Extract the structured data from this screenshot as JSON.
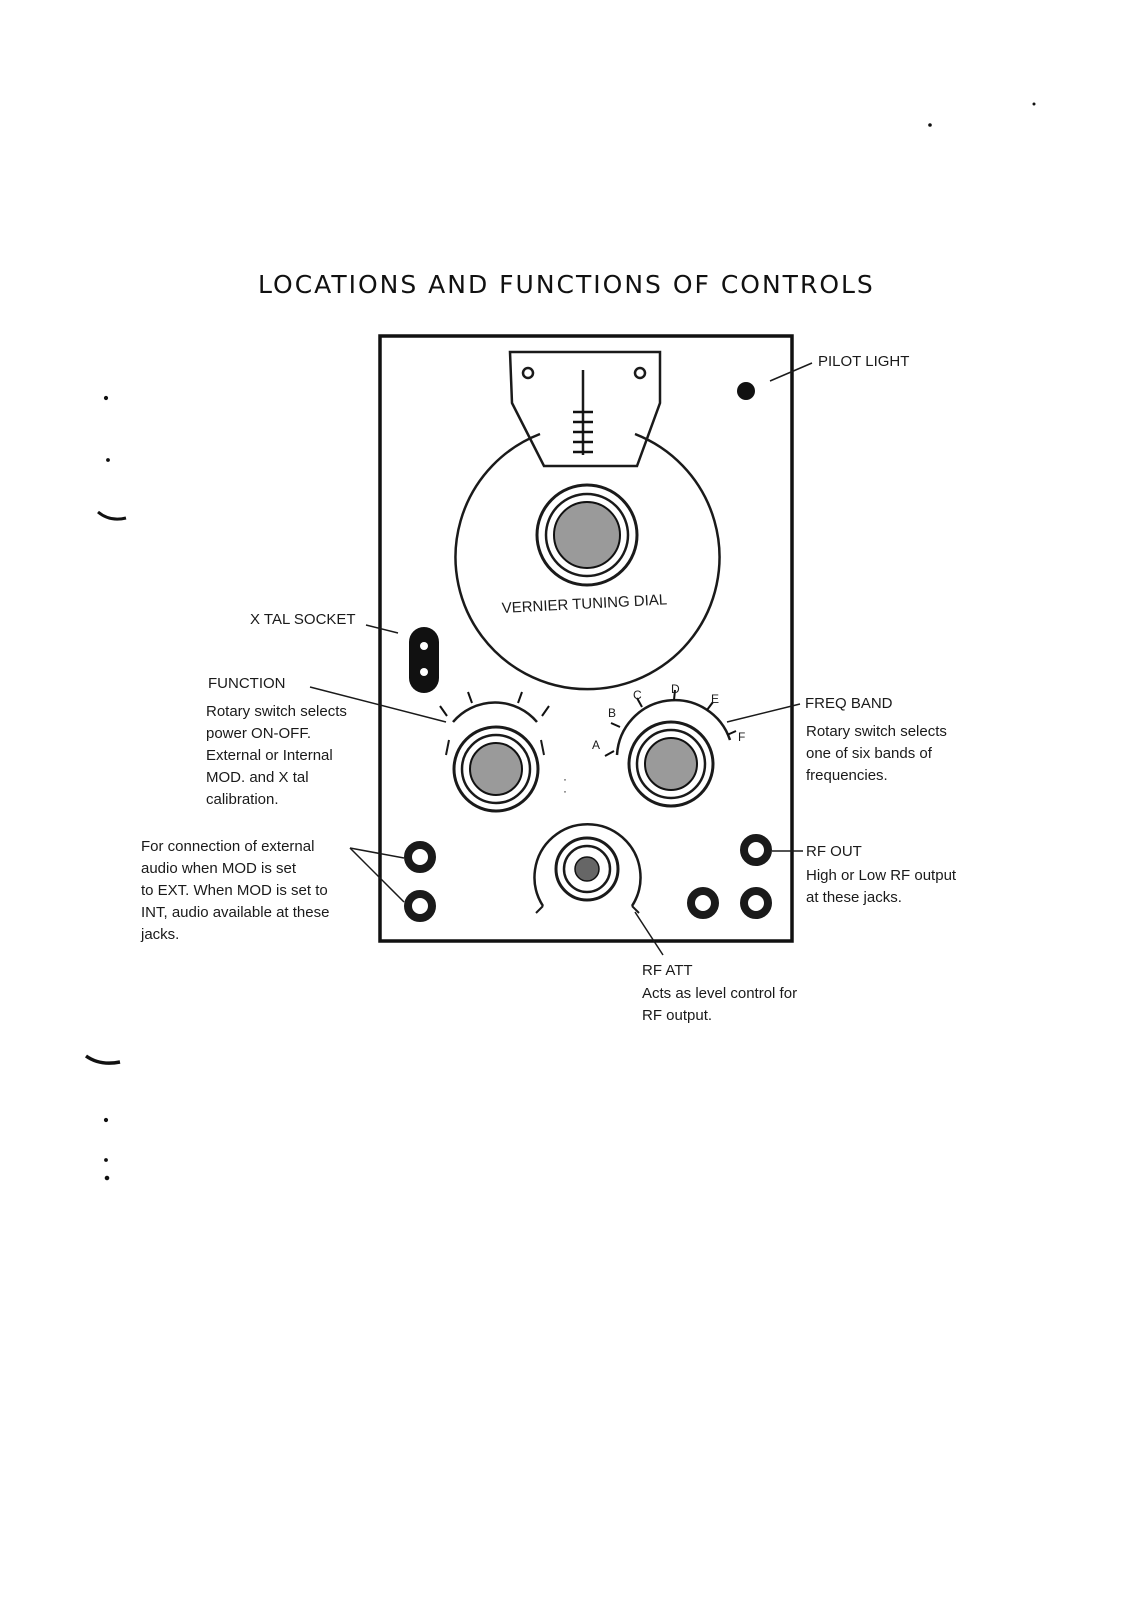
{
  "title": "LOCATIONS AND FUNCTIONS  OF  CONTROLS",
  "labels": {
    "pilot_light": "PILOT LIGHT",
    "xtal_socket": "X TAL SOCKET",
    "vernier_dial": "VERNIER TUNING DIAL",
    "function": {
      "heading": "FUNCTION",
      "lines": [
        "Rotary switch selects",
        "power ON-OFF.",
        "External or Internal",
        "MOD. and X tal",
        "calibration."
      ]
    },
    "freq_band": {
      "heading": "FREQ BAND",
      "lines": [
        "Rotary switch selects",
        "one of six bands of",
        "frequencies."
      ]
    },
    "audio_jacks": {
      "lines": [
        "For connection of external",
        "audio when MOD is set",
        "to EXT.  When MOD is set to",
        "INT, audio available at these",
        "jacks."
      ]
    },
    "rf_out": {
      "heading": "RF OUT",
      "lines": [
        "High or Low RF output",
        "at these jacks."
      ]
    },
    "rf_att": {
      "heading": "RF ATT",
      "lines": [
        "Acts as level control for",
        "RF output."
      ]
    }
  },
  "band_letters": [
    "A",
    "B",
    "C",
    "D",
    "E",
    "F"
  ]
}
